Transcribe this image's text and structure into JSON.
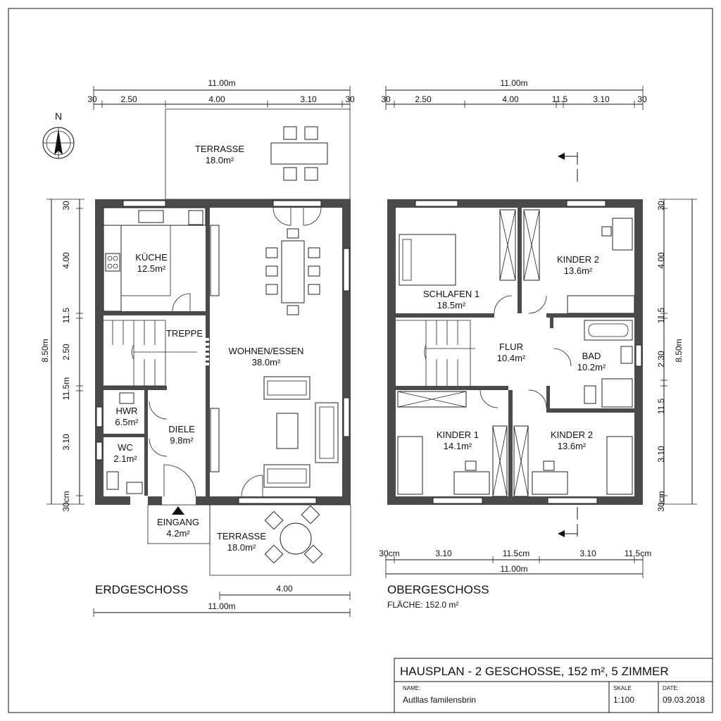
{
  "ground_floor": {
    "title": "ERDGESCHOSS",
    "dim_top_total": "11.00m",
    "dim_top_segments": [
      "30",
      "2.50",
      "4.00",
      "3.10",
      "30"
    ],
    "dim_left_total": "8.50m",
    "dim_left_segments": [
      "30",
      "4.00",
      "11.5",
      "2.50",
      "11.5m",
      "3.10",
      "30cm"
    ],
    "dim_bottom_terrace": "4.00",
    "dim_bottom_total": "11.00m",
    "rooms": {
      "terrace_top": {
        "name": "TERRASSE",
        "area": "18.0m²"
      },
      "kitchen": {
        "name": "KÜCHE",
        "area": "12.5m²"
      },
      "stairs": {
        "name": "TREPPE"
      },
      "living": {
        "name": "WOHNEN/ESSEN",
        "area": "38.0m²"
      },
      "hwr": {
        "name": "HWR",
        "area": "6.5m²"
      },
      "hall": {
        "name": "DIELE",
        "area": "9.8m²"
      },
      "wc": {
        "name": "WC",
        "area": "2.1m²"
      },
      "entrance": {
        "name": "EINGANG",
        "area": "4.2m²"
      },
      "terrace_bottom": {
        "name": "TERRASSE",
        "area": "18.0m²"
      }
    }
  },
  "upper_floor": {
    "title": "OBERGESCHOSS",
    "area_label": "FLÄCHE: 152.0 m²",
    "dim_top_total": "11.00m",
    "dim_top_segments": [
      "30",
      "2.50",
      "4.00",
      "11.5",
      "3.10",
      "30"
    ],
    "dim_right_total": "8.50m",
    "dim_right_segments": [
      "30",
      "4.00",
      "11.5",
      "2.30",
      "11.5",
      "3.10",
      "30cm"
    ],
    "dim_bottom_segments": [
      "30cm",
      "3.10",
      "11.5cm",
      "3.10",
      "11.5cm"
    ],
    "dim_bottom_total": "11.00m",
    "rooms": {
      "bedroom": {
        "name": "SCHLAFEN 1",
        "area": "18.5m²"
      },
      "kids2_top": {
        "name": "KINDER 2",
        "area": "13.6m²"
      },
      "hallway": {
        "name": "FLUR",
        "area": "10.4m²"
      },
      "bath": {
        "name": "BAD",
        "area": "10.2m²"
      },
      "kids1": {
        "name": "KINDER 1",
        "area": "14.1m²"
      },
      "kids2_bottom": {
        "name": "KINDER 2",
        "area": "13.6m²"
      }
    }
  },
  "compass": {
    "label": "N"
  },
  "title_block": {
    "title": "HAUSPLAN - 2 GESCHOSSE, 152 m², 5 ZIMMER",
    "name_label": "NAME:",
    "name_value": "Autllas familensbrin",
    "scale_label": "SKALE",
    "scale_value": "1:100",
    "date_label": "DATE:",
    "date_value": "09.03.2018"
  }
}
